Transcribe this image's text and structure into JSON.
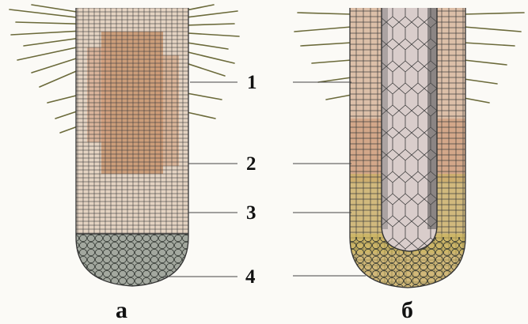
{
  "labels": {
    "numbers": [
      "1",
      "2",
      "3",
      "4"
    ],
    "panel_a": "а",
    "panel_b": "б"
  },
  "colors": {
    "background": "#fbfaf6",
    "cell_outline": "#3b3b3b",
    "root_hair": "#6b6a3a",
    "brown_tissue": "#c48c62",
    "pale_tissue": "#e8d6c6",
    "yellow_tissue": "#c9b45a",
    "root_cap": "#9ea39a",
    "central_cylinder": "#cfc5c3",
    "leader_line": "#444444"
  }
}
